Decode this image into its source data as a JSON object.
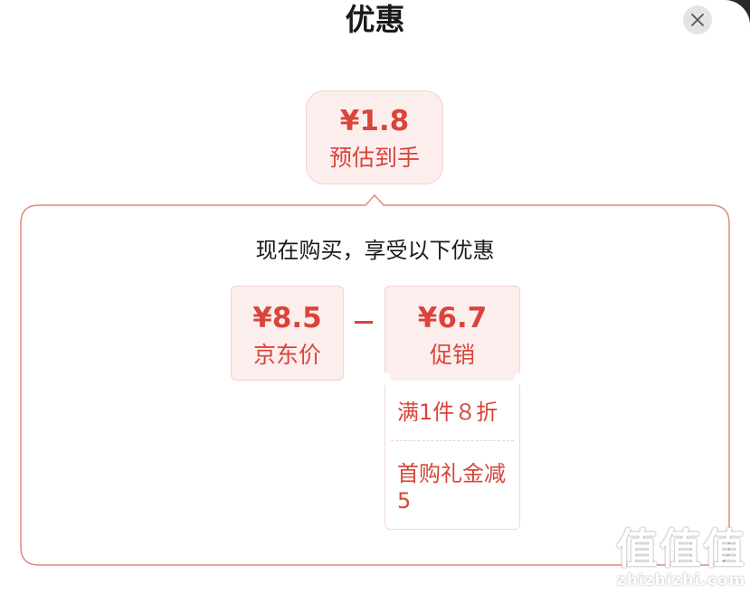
{
  "dialog": {
    "title": "优惠",
    "close_icon": "close-icon"
  },
  "estimate": {
    "amount": "¥1.8",
    "label": "预估到手"
  },
  "panel": {
    "subtitle": "现在购买，享受以下优惠"
  },
  "jd_price": {
    "amount": "¥8.5",
    "label": "京东价"
  },
  "promotion": {
    "amount": "¥6.7",
    "label": "促销",
    "details": [
      "满1件８折",
      "首购礼金减5"
    ]
  },
  "watermark": {
    "glyphs": "值值值",
    "text": "zhizhizhi.com"
  },
  "colors": {
    "accent": "#d9453a",
    "pill_bg": "#fdeeee",
    "panel_border": "#e5877e"
  }
}
